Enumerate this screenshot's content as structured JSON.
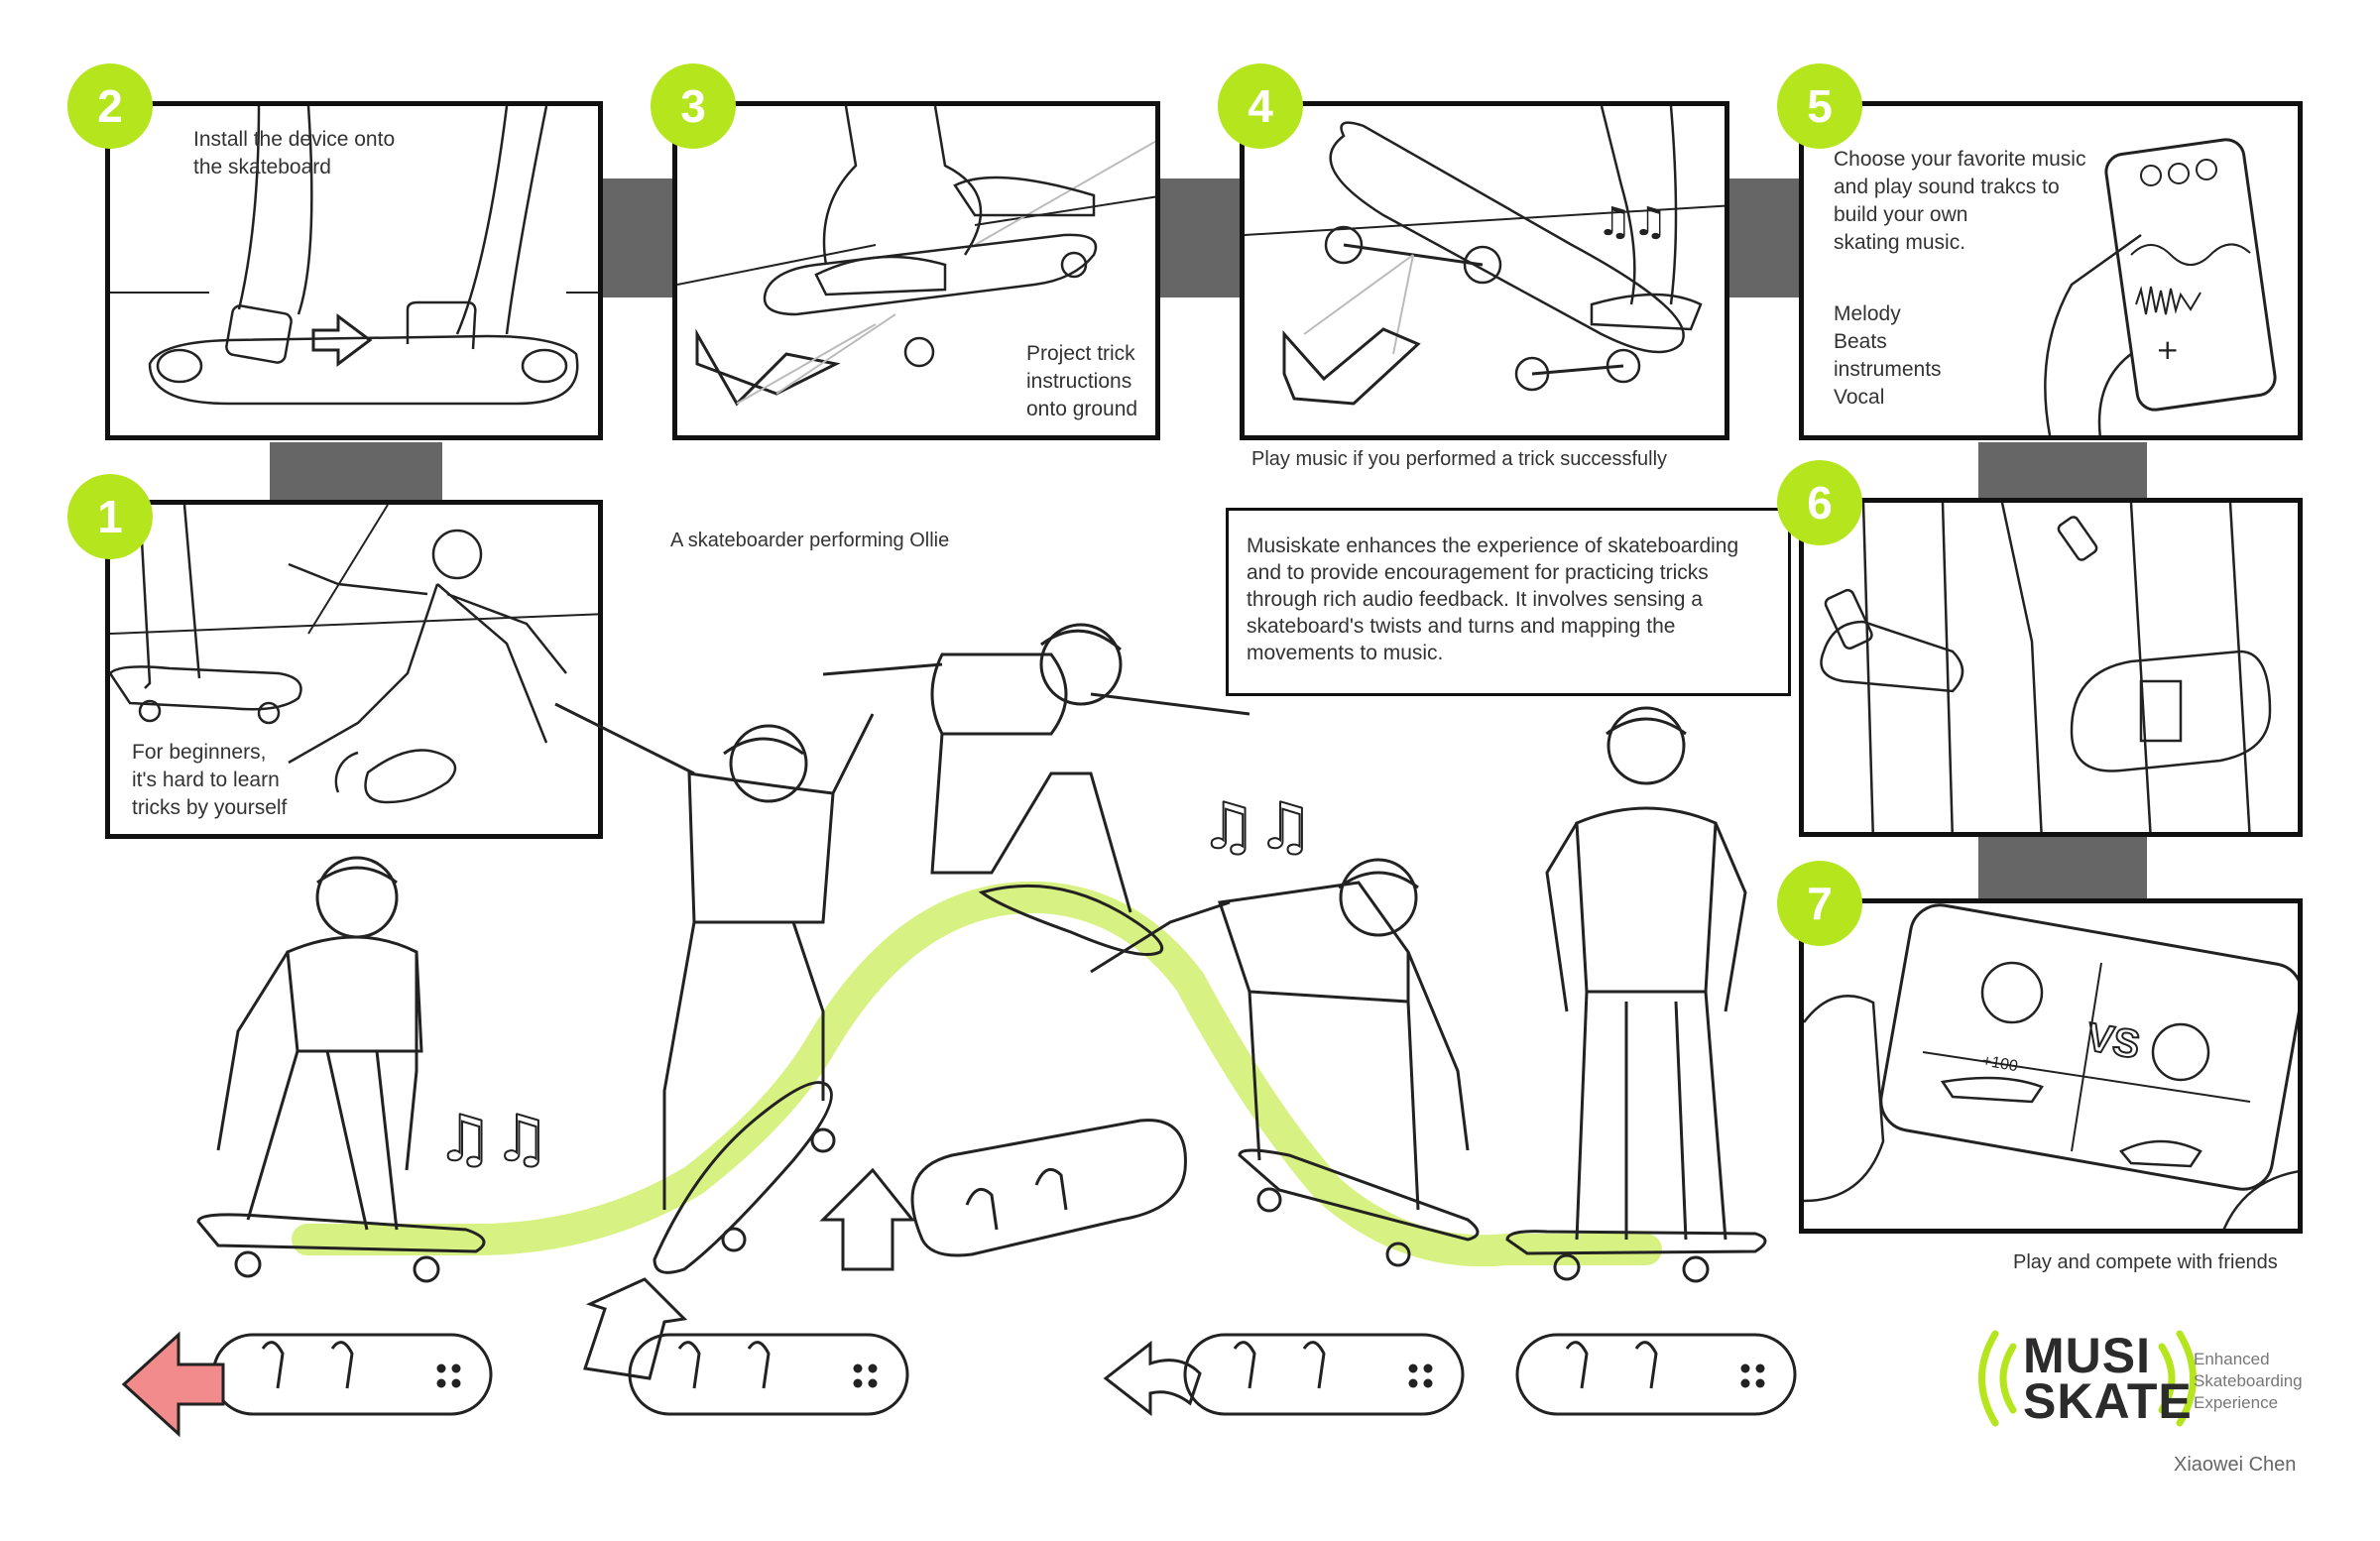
{
  "steps": [
    {
      "num": "1",
      "lines": [
        "For beginners,",
        "it's hard to learn",
        "tricks by yourself"
      ]
    },
    {
      "num": "2",
      "lines": [
        "Install the device onto",
        "the skateboard"
      ]
    },
    {
      "num": "3",
      "lines": [
        "Project trick",
        "instructions",
        "onto ground"
      ]
    },
    {
      "num": "4",
      "caption": "Play music if you performed a trick successfully"
    },
    {
      "num": "5",
      "lines": [
        "Choose your favorite music",
        "and play sound trakcs to",
        "build your own",
        "skating music."
      ],
      "lines2": [
        "Melody",
        "Beats",
        "instruments",
        "Vocal"
      ]
    },
    {
      "num": "6"
    },
    {
      "num": "7",
      "caption": "Play and compete with friends",
      "vs": "VS",
      "score": "+100"
    }
  ],
  "center_caption": "A skateboarder performing Ollie",
  "info_lines": [
    "Musiskate enhances the experience of skateboarding",
    "and to provide encouragement for practicing tricks",
    "through rich audio feedback. It involves sensing a",
    "skateboard's twists and turns and mapping the",
    "movements to music."
  ],
  "logo": {
    "line1": "MUSI",
    "line2": "SKATE",
    "tag1": "Enhanced",
    "tag2": "Skateboarding",
    "tag3": "Experience"
  },
  "author": "Xiaowei Chen",
  "colors": {
    "accent": "#b5e61d",
    "path": "#d4f075",
    "arrow_red": "#f28b8b",
    "connector": "#666666"
  }
}
